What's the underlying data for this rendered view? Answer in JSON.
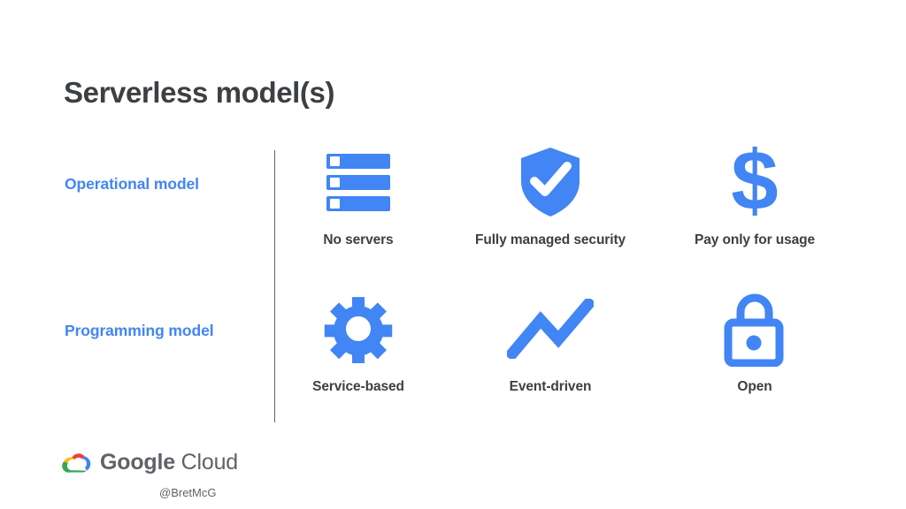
{
  "slide": {
    "title": "Serverless model(s)",
    "background_color": "#ffffff",
    "accent_color": "#4285f4",
    "text_color": "#3c4043",
    "divider_color": "#5f6368"
  },
  "rows": [
    {
      "label": "Operational model",
      "items": [
        {
          "icon": "server-rack-icon",
          "caption": "No servers"
        },
        {
          "icon": "shield-check-icon",
          "caption": "Fully managed security"
        },
        {
          "icon": "dollar-sign-icon",
          "caption": "Pay only for usage"
        }
      ]
    },
    {
      "label": "Programming model",
      "items": [
        {
          "icon": "gear-icon",
          "caption": "Service-based"
        },
        {
          "icon": "trend-line-icon",
          "caption": "Event-driven"
        },
        {
          "icon": "open-padlock-icon",
          "caption": "Open"
        }
      ]
    }
  ],
  "footer": {
    "logo_icon": "google-cloud-logo-icon",
    "brand_bold": "Google",
    "brand_light": "Cloud",
    "handle": "@BretMcG",
    "logo_colors": {
      "red": "#ea4335",
      "yellow": "#fbbc05",
      "green": "#34a853",
      "blue": "#4285f4",
      "wordmark": "#5f6368"
    }
  }
}
